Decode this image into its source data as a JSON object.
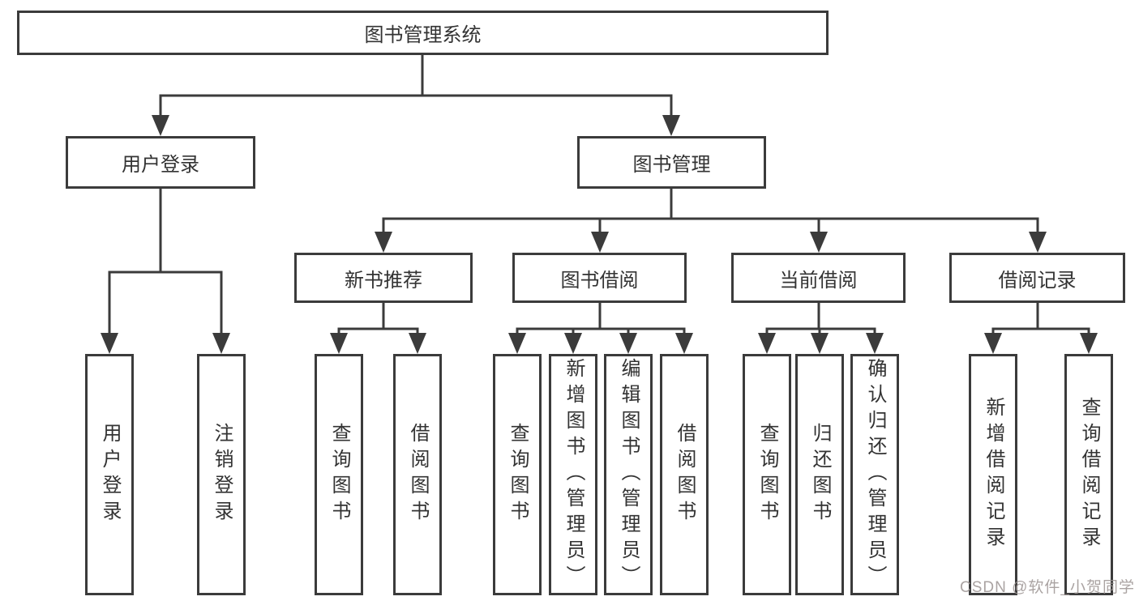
{
  "tree": {
    "root": {
      "label": "图书管理系统"
    },
    "branches": [
      {
        "label": "用户登录",
        "children": [
          {
            "label": "用户登录"
          },
          {
            "label": "注销登录"
          }
        ]
      },
      {
        "label": "图书管理",
        "children": [
          {
            "label": "新书推荐",
            "children": [
              {
                "label": "查询图书"
              },
              {
                "label": "借阅图书"
              }
            ]
          },
          {
            "label": "图书借阅",
            "children": [
              {
                "label": "查询图书"
              },
              {
                "label": "新增图书（管理员）"
              },
              {
                "label": "编辑图书（管理员）"
              },
              {
                "label": "借阅图书"
              }
            ]
          },
          {
            "label": "当前借阅",
            "children": [
              {
                "label": "查询图书"
              },
              {
                "label": "归还图书"
              },
              {
                "label": "确认归还（管理员）"
              }
            ]
          },
          {
            "label": "借阅记录",
            "children": [
              {
                "label": "新增借阅记录"
              },
              {
                "label": "查询借阅记录"
              }
            ]
          }
        ]
      }
    ]
  },
  "watermark": {
    "text": "CSDN @软件_小贺同学"
  },
  "colors": {
    "line": "#3b3b3b",
    "box_border": "#3b3b3b",
    "text": "#333333",
    "watermark": "#9c9492",
    "background": "#ffffff"
  }
}
